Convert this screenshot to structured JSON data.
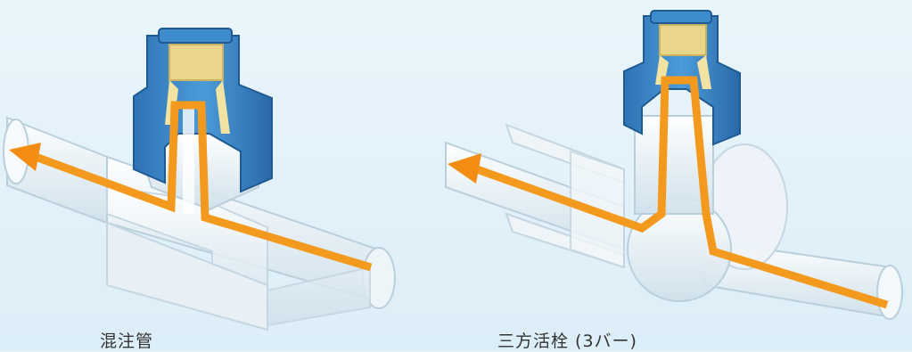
{
  "captions": {
    "left": "混注管",
    "right": "三方活栓 (3バー)"
  },
  "colors": {
    "background": "#e7f3fa",
    "cap_blue": "#3a86c8",
    "flow_orange": "#f39a1e",
    "filter_yellow": "#e9d68a",
    "body_clear": "#f4f8fb"
  },
  "icons": {
    "left_device": "mixing-tube-cutaway",
    "right_device": "three-way-stopcock-cutaway",
    "flow": "flow-arrow"
  }
}
